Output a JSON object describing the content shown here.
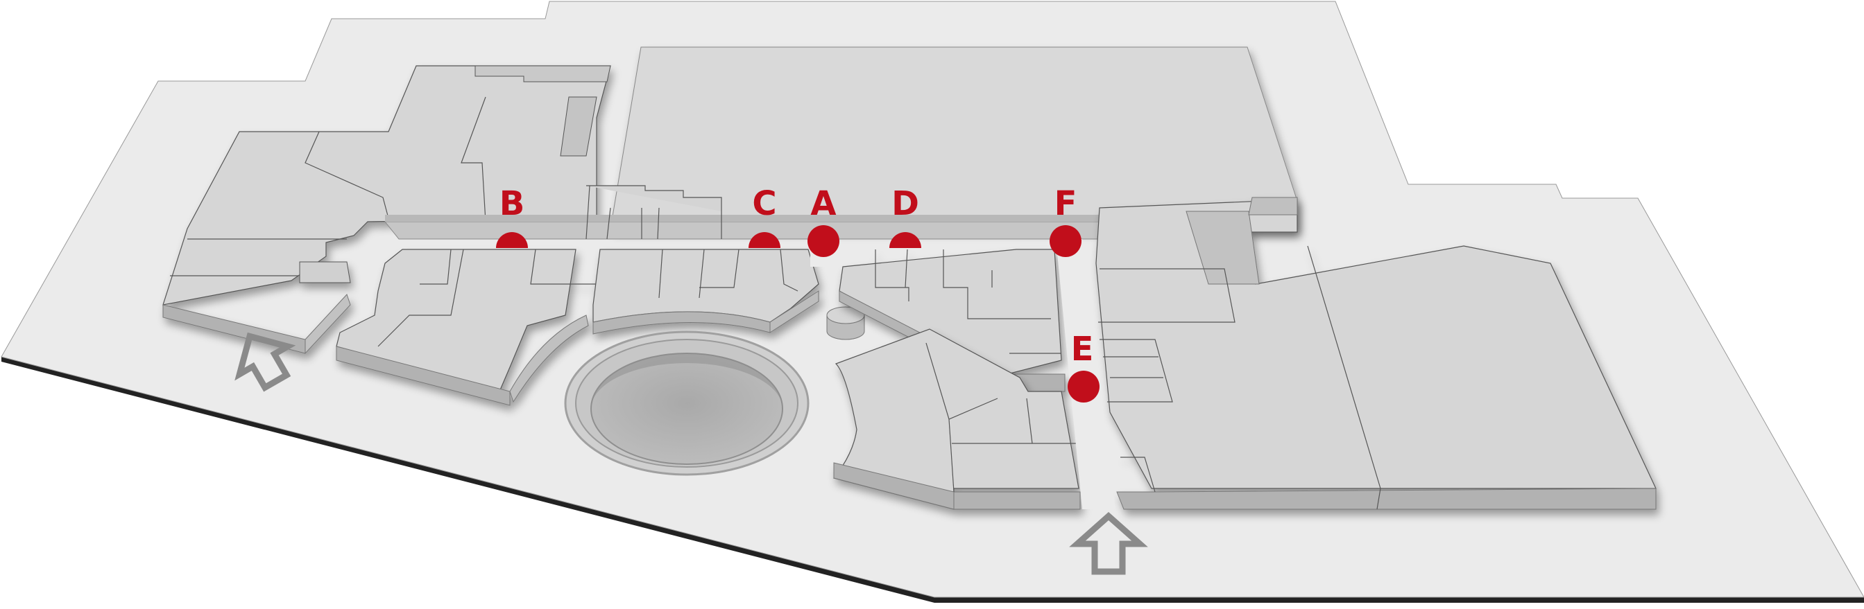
{
  "map": {
    "markers": [
      {
        "id": "A",
        "label": "A"
      },
      {
        "id": "B",
        "label": "B"
      },
      {
        "id": "C",
        "label": "C"
      },
      {
        "id": "D",
        "label": "D"
      },
      {
        "id": "E",
        "label": "E"
      },
      {
        "id": "F",
        "label": "F"
      }
    ],
    "entrances": [
      {
        "id": "west",
        "icon": "entrance-arrow-icon"
      },
      {
        "id": "south",
        "icon": "entrance-arrow-icon"
      }
    ],
    "colors": {
      "marker": "#c10e1b",
      "ground": "#ebebeb",
      "building_top": "#d9d9d9",
      "building_side": "#b4b4b4",
      "edge": "#222222"
    }
  }
}
